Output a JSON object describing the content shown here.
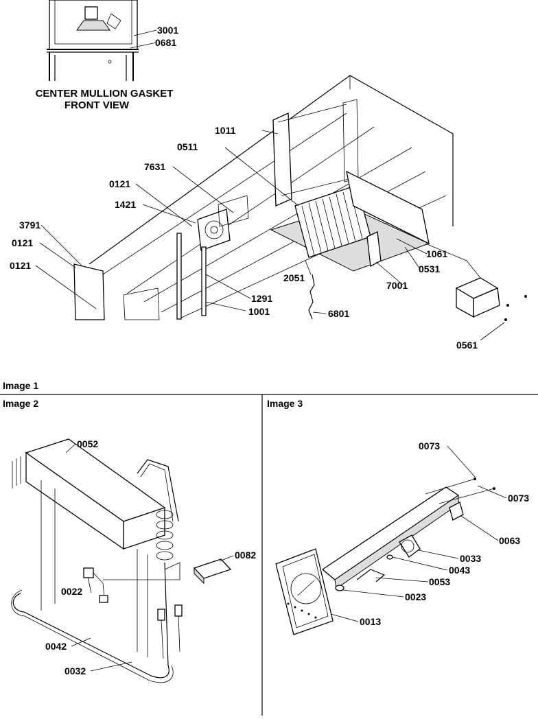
{
  "inset": {
    "caption_line1": "CENTER MULLION GASKET",
    "caption_line2": "FRONT VIEW",
    "labels": [
      "3001",
      "0681"
    ]
  },
  "image1": {
    "title": "Image 1",
    "labels": [
      "1011",
      "0511",
      "7631",
      "0121",
      "1421",
      "3791",
      "0121",
      "0121",
      "1061",
      "0531",
      "2051",
      "7001",
      "1291",
      "1001",
      "6801",
      "0561"
    ]
  },
  "image2": {
    "title": "Image 2",
    "labels": [
      "0052",
      "0022",
      "0082",
      "0042",
      "0032"
    ]
  },
  "image3": {
    "title": "Image 3",
    "labels": [
      "0073",
      "0073",
      "0063",
      "0033",
      "0043",
      "0053",
      "0023",
      "0013"
    ]
  }
}
